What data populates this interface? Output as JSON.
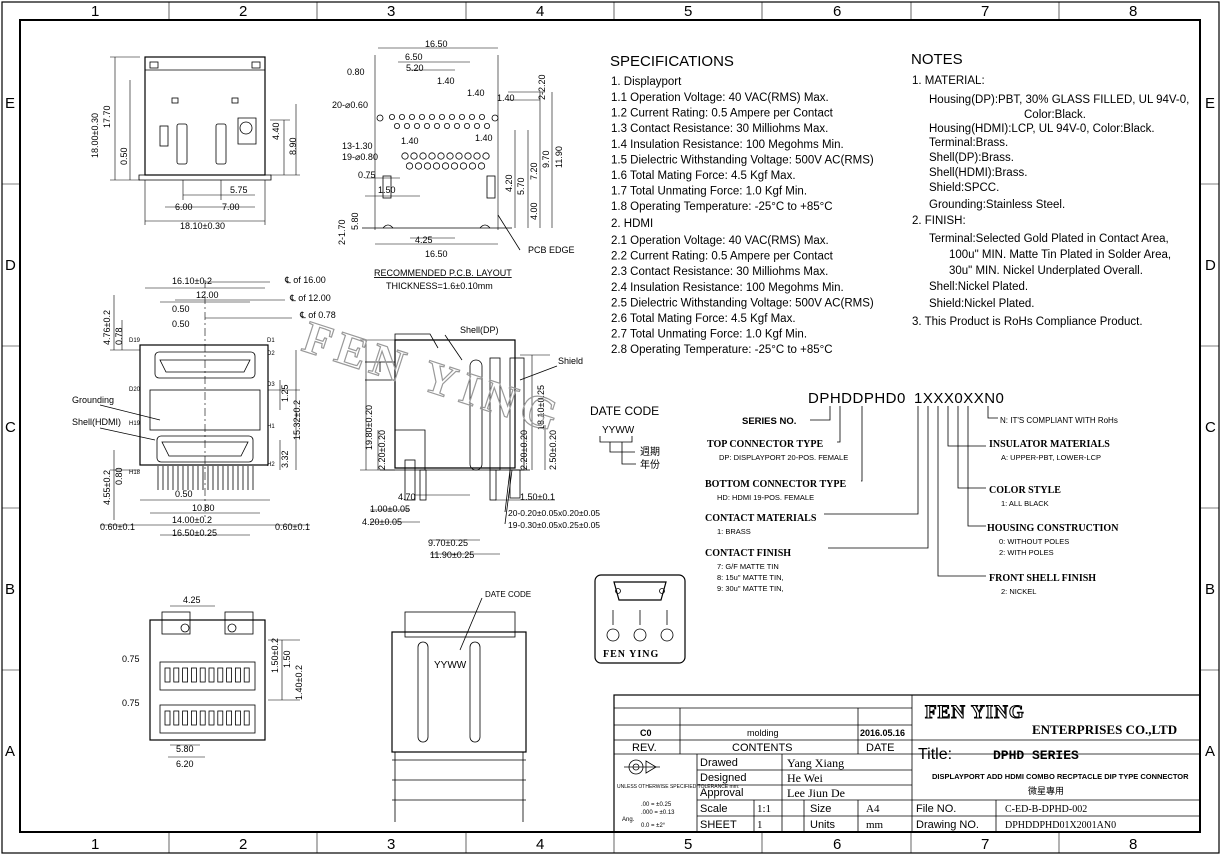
{
  "zones": {
    "columns": [
      "1",
      "2",
      "3",
      "4",
      "5",
      "6",
      "7",
      "8"
    ],
    "rows": [
      "E",
      "D",
      "C",
      "B",
      "A"
    ]
  },
  "specifications": {
    "heading": "SPECIFICATIONS",
    "dp_header": "1. Displayport",
    "dp_items": [
      "1.1 Operation Voltage: 40 VAC(RMS) Max.",
      "1.2 Current Rating: 0.5 Ampere per Contact",
      "1.3 Contact Resistance: 30 Milliohms Max.",
      "1.4 Insulation Resistance: 100 Megohms Min.",
      "1.5 Dielectric Withstanding Voltage: 500V AC(RMS)",
      "1.6 Total Mating Force: 4.5 Kgf Max.",
      "1.7 Total Unmating Force: 1.0 Kgf Min.",
      "1.8 Operating Temperature: -25°C to +85°C"
    ],
    "hdmi_header": "2. HDMI",
    "hdmi_items": [
      "2.1 Operation Voltage: 40 VAC(RMS) Max.",
      "2.2 Current Rating: 0.5 Ampere per Contact",
      "2.3 Contact Resistance: 30 Milliohms Max.",
      "2.4 Insulation Resistance: 100 Megohms Min.",
      "2.5 Dielectric Withstanding Voltage: 500V AC(RMS)",
      "2.6 Total Mating Force: 4.5 Kgf Max.",
      "2.7 Total Unmating Force: 1.0 Kgf Min.",
      "2.8 Operating Temperature: -25°C to +85°C"
    ]
  },
  "notes": {
    "heading": "NOTES",
    "lines": [
      "1. MATERIAL:",
      "Housing(DP):PBT, 30% GLASS FILLED, UL 94V-0,",
      "Color:Black.",
      "Housing(HDMI):LCP, UL 94V-0, Color:Black.",
      "Terminal:Brass.",
      "Shell(DP):Brass.",
      "Shell(HDMI):Brass.",
      "Shield:SPCC.",
      "Grounding:Stainless Steel.",
      "2. FINISH:",
      "Terminal:Selected Gold Plated in Contact Area,",
      "100u\" MIN. Matte Tin Plated in Solder Area,",
      "30u\" MIN. Nickel Underplated Overall.",
      "Shell:Nickel Plated.",
      "Shield:Nickel Plated.",
      "3. This Product is RoHs Compliance Product."
    ]
  },
  "part_number": {
    "code_a": "DPHDDPHD0",
    "code_b": "1XXX0XXN0",
    "series_label": "SERIES NO.",
    "rohs_note": "N: IT'S COMPLIANT WITH RoHs",
    "fields": [
      {
        "title": "TOP CONNECTOR TYPE",
        "desc": "DP: DISPLAYPORT 20-POS. FEMALE"
      },
      {
        "title": "BOTTOM CONNECTOR TYPE",
        "desc": "HD: HDMI 19-POS. FEMALE"
      },
      {
        "title": "CONTACT MATERIALS",
        "desc": "1: BRASS"
      },
      {
        "title": "CONTACT FINISH",
        "desc1": "7: G/F MATTE TIN",
        "desc2": "8: 15u\" MATTE TIN,",
        "desc3": "9: 30u\" MATTE TIN,"
      },
      {
        "title": "INSULATOR MATERIALS",
        "desc": "A: UPPER-PBT, LOWER-LCP"
      },
      {
        "title": "COLOR STYLE",
        "desc": "1: ALL BLACK"
      },
      {
        "title": "HOUSING CONSTRUCTION",
        "desc1": "0: WITHOUT POLES",
        "desc2": "2: WITH POLES"
      },
      {
        "title": "FRONT SHELL FINISH",
        "desc": "2: NICKEL"
      }
    ]
  },
  "date_code": {
    "label": "DATE CODE",
    "code": "YYWW",
    "week": "週期",
    "year": "年份",
    "side_label": "DATE CODE",
    "side_code": "YYWW"
  },
  "drawing_labels": {
    "pcb_layout": "RECOMMENDED P.C.B. LAYOUT",
    "thickness": "THICKNESS=1.6±0.10mm",
    "pcb_edge": "PCB EDGE",
    "shell_dp": "Shell(DP)",
    "shield": "Shield",
    "grounding": "Grounding",
    "shell_hdmi": "Shell(HDMI)",
    "cl16": "℄ of 16.00",
    "cl12": "℄ of 12.00",
    "cl078": "℄ of 0.78",
    "watermark": "FEN YING"
  },
  "dims": {
    "d16_50": "16.50",
    "d6_50": "6.50",
    "d5_20": "5.20",
    "d0_80": "0.80",
    "d1_40": "1.40",
    "d20_060": "20-⌀0.60",
    "d2_220": "2-2.20",
    "d13_130": "13-1.30",
    "d19_080": "19-⌀0.80",
    "d0_75": "0.75",
    "d1_50": "1.50",
    "d4_25": "4.25",
    "d2_170": "2-1.70",
    "d5_80": "5.80",
    "d4_20": "4.20",
    "d5_70": "5.70",
    "d7_20": "7.20",
    "d9_70": "9.70",
    "d11_90": "11.90",
    "d4_00": "4.00",
    "d18_00": "18.00±0.30",
    "d17_70": "17.70",
    "d0_50": "0.50",
    "d4_40": "4.40",
    "d8_90": "8.90",
    "d5_75": "5.75",
    "d6_00": "6.00",
    "d7_00": "7.00",
    "d18_10": "18.10±0.30",
    "d16_10": "16.10±0.2",
    "d12_00": "12.00",
    "d4_76": "4.76±0.2",
    "d0_78": "0.78",
    "d1_25": "1.25",
    "d15_32": "15.32±0.2",
    "d3_32": "3.32",
    "d4_55": "4.55±0.2",
    "d0_80b": "0.80",
    "d10_80": "10.80",
    "d14_00": "14.00±0.2",
    "d16_50b": "16.50±0.25",
    "d0_60": "0.60±0.1",
    "d19_80": "19.80±0.20",
    "d2_20": "2.20±0.20",
    "d18_10b": "18.10±0.25",
    "d2_50": "2.50±0.20",
    "d4_70": "4.70",
    "d1_00": "1.00±0.05",
    "d4_20b": "4.20±0.05",
    "d1_50b": "1.50±0.1",
    "d20_020": "20-0.20±0.05x0.20±0.05",
    "d19_030": "19-0.30±0.05x0.25±0.05",
    "d9_70b": "9.70±0.25",
    "d11_90b": "11.90±0.25",
    "d4_25b": "4.25",
    "d0_75b": "0.75",
    "d1_50c": "1.50±0.2",
    "d1_50d": "1.50",
    "d1_40b": "1.40±0.2",
    "d5_80b": "5.80",
    "d6_20": "6.20",
    "pin_labels": [
      "D19",
      "D20",
      "H19",
      "H18",
      "D1",
      "D2",
      "D3",
      "H1",
      "H2"
    ]
  },
  "logo": {
    "text": "FEN YING"
  },
  "title_block": {
    "company": "FEN YING",
    "company_sub": "ENTERPRISES CO.,LTD",
    "rev_row": {
      "rev": "C0",
      "contents": "molding",
      "date": "2016.05.16"
    },
    "rev_label": "REV.",
    "contents_label": "CONTENTS",
    "date_label": "DATE",
    "title_label": "Title:",
    "title_value": "DPHD SERIES",
    "description": "DISPLAYPORT ADD HDMI COMBO RECPTACLE DIP TYPE CONNECTOR",
    "maker": "微星專用",
    "drawed_label": "Drawed",
    "drawed_value": "Yang Xiang",
    "designed_label": "Designed",
    "designed_value": "He Wei",
    "approval_label": "Approval",
    "approval_value": "Lee Jiun De",
    "scale_label": "Scale",
    "scale_value": "1:1",
    "size_label": "Size",
    "size_value": "A4",
    "sheet_label": "SHEET",
    "sheet_value": "1",
    "units_label": "Units",
    "units_value": "mm",
    "file_label": "File NO.",
    "file_value": "C-ED-B-DPHD-002",
    "drawing_label": "Drawing NO.",
    "drawing_value": "DPHDDPHD01X2001AN0",
    "tol_title": "UNLESS OTHERWISE SPECIFIED TOLERANCE mm:",
    "tol1": ".00 = ±0.25",
    "tol2": ".000 = ±0.13",
    "tol_ang_label": "Ang.",
    "tol3": "0.0 = ±2°"
  }
}
